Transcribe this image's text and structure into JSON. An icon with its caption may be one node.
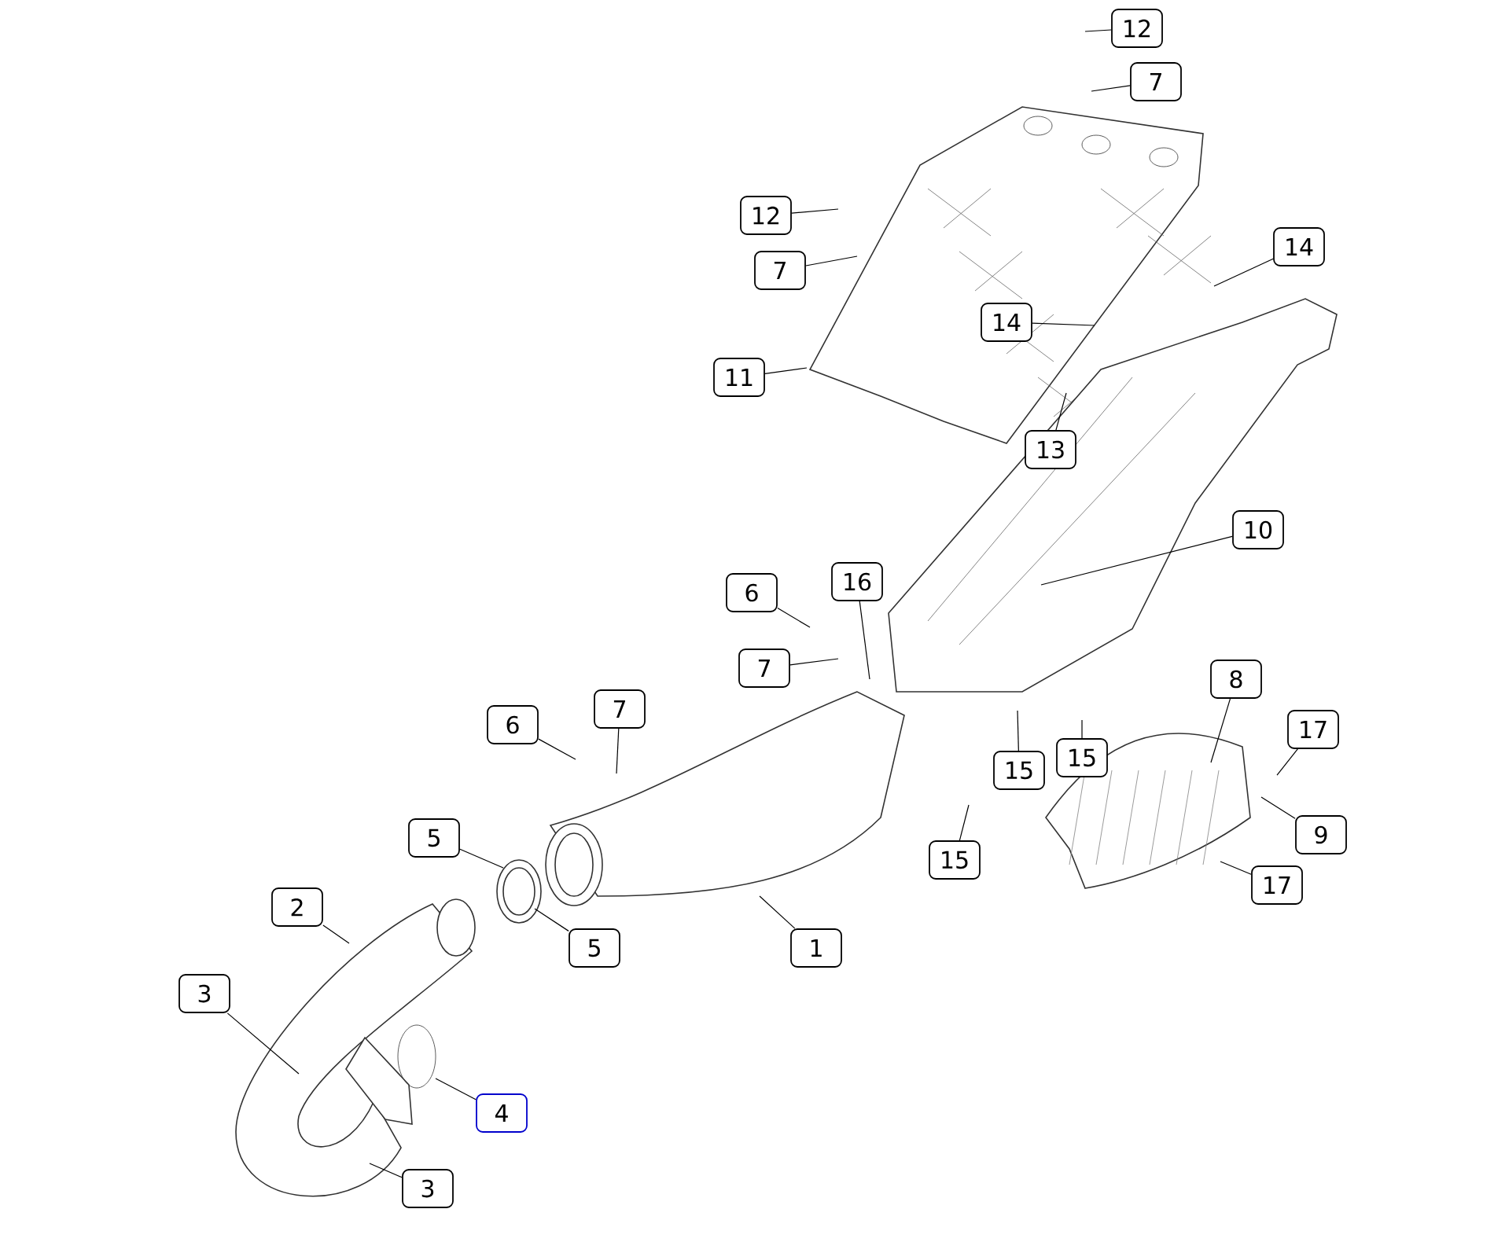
{
  "diagram": {
    "nodes": [
      {
        "text": [
          "12"
        ]
      },
      {
        "text": [
          "7"
        ]
      },
      {
        "text": [
          "12"
        ]
      },
      {
        "text": [
          "14"
        ]
      },
      {
        "text": [
          "7"
        ]
      },
      {
        "text": [
          "14"
        ]
      },
      {
        "text": [
          "11"
        ]
      },
      {
        "text": [
          "13"
        ]
      },
      {
        "text": [
          "10"
        ]
      },
      {
        "text": [
          "16"
        ]
      },
      {
        "text": [
          "6"
        ]
      },
      {
        "text": [
          "7"
        ]
      },
      {
        "text": [
          "8"
        ]
      },
      {
        "text": [
          "7"
        ]
      },
      {
        "text": [
          "6"
        ]
      },
      {
        "text": [
          "17"
        ]
      },
      {
        "text": [
          "15"
        ]
      },
      {
        "text": [
          "15"
        ]
      },
      {
        "text": [
          "9"
        ]
      },
      {
        "text": [
          "5"
        ]
      },
      {
        "text": [
          "15"
        ]
      },
      {
        "text": [
          "17"
        ]
      },
      {
        "text": [
          "2"
        ]
      },
      {
        "text": [
          "5"
        ]
      },
      {
        "text": [
          "1"
        ]
      },
      {
        "text": [
          "3"
        ]
      },
      {
        "text": [
          "4"
        ]
      },
      {
        "text": [
          "3"
        ]
      }
    ],
    "edges": [
      {
        "from": 0,
        "to": null,
        "arrow": "none"
      },
      {
        "from": 1,
        "to": null,
        "arrow": "none"
      },
      {
        "from": 2,
        "to": null,
        "arrow": "none"
      },
      {
        "from": 3,
        "to": null,
        "arrow": "none"
      },
      {
        "from": 4,
        "to": null,
        "arrow": "none"
      },
      {
        "from": 5,
        "to": null,
        "arrow": "none"
      },
      {
        "from": 6,
        "to": null,
        "arrow": "none"
      },
      {
        "from": 7,
        "to": null,
        "arrow": "none"
      },
      {
        "from": 8,
        "to": null,
        "arrow": "none"
      },
      {
        "from": 9,
        "to": null,
        "arrow": "none"
      },
      {
        "from": 10,
        "to": null,
        "arrow": "none"
      },
      {
        "from": 11,
        "to": null,
        "arrow": "none"
      },
      {
        "from": 12,
        "to": null,
        "arrow": "none"
      },
      {
        "from": 13,
        "to": null,
        "arrow": "none"
      },
      {
        "from": 14,
        "to": null,
        "arrow": "none"
      },
      {
        "from": 15,
        "to": null,
        "arrow": "none"
      },
      {
        "from": 16,
        "to": null,
        "arrow": "none"
      },
      {
        "from": 17,
        "to": null,
        "arrow": "none"
      },
      {
        "from": 18,
        "to": null,
        "arrow": "none"
      },
      {
        "from": 19,
        "to": null,
        "arrow": "none"
      },
      {
        "from": 20,
        "to": null,
        "arrow": "none"
      },
      {
        "from": 21,
        "to": null,
        "arrow": "none"
      },
      {
        "from": 22,
        "to": null,
        "arrow": "none"
      },
      {
        "from": 23,
        "to": null,
        "arrow": "none"
      },
      {
        "from": 24,
        "to": null,
        "arrow": "none"
      },
      {
        "from": 25,
        "to": null,
        "arrow": "none"
      },
      {
        "from": 26,
        "to": null,
        "arrow": "none"
      },
      {
        "from": 27,
        "to": null,
        "arrow": "none"
      }
    ]
  }
}
